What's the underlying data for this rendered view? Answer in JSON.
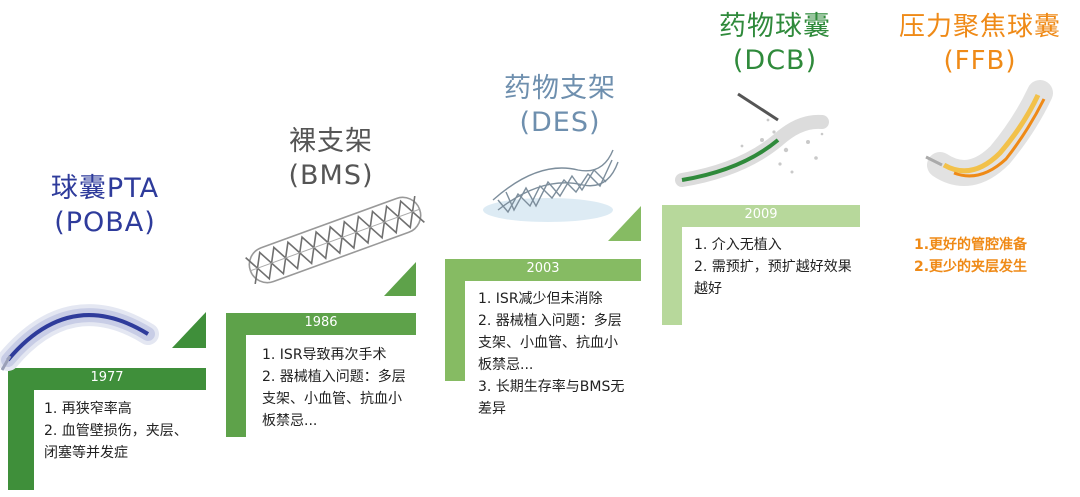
{
  "stages": [
    {
      "id": "poba",
      "title_line1": "球囊PTA",
      "title_line2": "(POBA)",
      "year": "1977",
      "notes": [
        "1. 再狭窄率高",
        "2. 血管壁损伤，夹层、",
        "闭塞等并发症"
      ],
      "color": "#3f8f3a"
    },
    {
      "id": "bms",
      "title_line1": "裸支架",
      "title_line2": "(BMS)",
      "year": "1986",
      "notes": [
        "1. ISR导致再次手术",
        "2. 器械植入问题：多层",
        "支架、小血管、抗血小",
        "板禁忌..."
      ],
      "color": "#5ea24a"
    },
    {
      "id": "des",
      "title_line1": "药物支架",
      "title_line2": "(DES)",
      "year": "2003",
      "notes": [
        "1. ISR减少但未消除",
        "2. 器械植入问题：多层",
        "支架、小血管、抗血小",
        "板禁忌...",
        "3. 长期生存率与BMS无",
        "差异"
      ],
      "color": "#86bb63"
    },
    {
      "id": "dcb",
      "title_line1": "药物球囊",
      "title_line2": "(DCB)",
      "year": "2009",
      "notes": [
        "1. 介入无植入",
        "2. 需预扩，预扩越好效果",
        "越好"
      ],
      "color": "#b7d89b"
    },
    {
      "id": "ffb",
      "title_line1": "压力聚焦球囊",
      "title_line2": "(FFB)",
      "notes": [
        "1.更好的管腔准备",
        "2.更少的夹层发生"
      ],
      "color": "#ef8a17"
    }
  ]
}
